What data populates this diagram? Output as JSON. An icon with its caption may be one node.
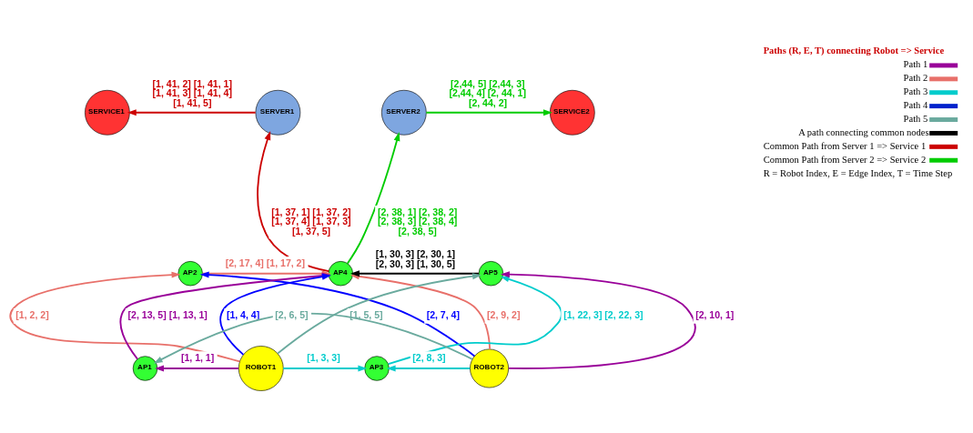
{
  "diagram": {
    "nodes": [
      {
        "text": [
          "SERVICE1"
        ]
      },
      {
        "text": [
          "SERVER1"
        ]
      },
      {
        "text": [
          "SERVER2"
        ]
      },
      {
        "text": [
          "SERVICE2"
        ]
      },
      {
        "text": [
          "AP2"
        ]
      },
      {
        "text": [
          "AP4"
        ]
      },
      {
        "text": [
          "AP5"
        ]
      },
      {
        "text": [
          "AP1"
        ]
      },
      {
        "text": [
          "ROBOT1"
        ]
      },
      {
        "text": [
          "AP3"
        ]
      },
      {
        "text": [
          "ROBOT2"
        ]
      }
    ],
    "edges": [
      {
        "from": 1,
        "to": 0,
        "arrow": "to",
        "color": "#cc0000",
        "label": [
          "[1, 41, 2]",
          "[1, 41, 1]",
          "[1, 41, 3]",
          "[1, 41, 4]",
          "[1, 41, 5]"
        ]
      },
      {
        "from": 2,
        "to": 3,
        "arrow": "to",
        "color": "#00cc00",
        "label": [
          "[2,44, 5]",
          "[2,44, 3]",
          "[2,44, 4]",
          "[2, 44, 1]",
          "[2, 44, 2]"
        ]
      },
      {
        "from": 5,
        "to": 1,
        "arrow": "to",
        "color": "#cc0000",
        "label": [
          "[1, 37, 1]",
          "[1, 37, 2]",
          "[1, 37, 4]",
          "[1, 37, 3]",
          "[1, 37, 5]"
        ]
      },
      {
        "from": 5,
        "to": 2,
        "arrow": "to",
        "color": "#00cc00",
        "label": [
          "[2, 38, 1]",
          "[2, 38, 2]",
          "[2, 38, 3]",
          "[2, 38, 4]",
          "[2, 38, 5]"
        ]
      },
      {
        "from": 4,
        "to": 5,
        "arrow": "to",
        "color": "#e8706a",
        "label": [
          "[2, 17, 4]",
          "[1, 17, 2]"
        ]
      },
      {
        "from": 10,
        "to": 5,
        "arrow": "to",
        "color": "#e8706a",
        "label": [
          "[2, 9, 2]"
        ]
      },
      {
        "from": 6,
        "to": 5,
        "arrow": "to",
        "color": "#000000",
        "label": [
          "[1, 30, 3]",
          "[2, 30, 1]",
          "[2, 30, 3]",
          "[1, 30, 5]"
        ]
      },
      {
        "from": 8,
        "to": 4,
        "arrow": "to",
        "color": "#e8706a",
        "label": [
          "[1, 2, 2]"
        ]
      },
      {
        "from": 7,
        "to": 5,
        "arrow": "to",
        "color": "#990099",
        "label": [
          "[2, 13, 5]",
          "[1, 13, 1]"
        ]
      },
      {
        "from": 8,
        "to": 5,
        "arrow": "to",
        "color": "#0000ff",
        "label": [
          "[1, 4, 4]"
        ]
      },
      {
        "from": 8,
        "to": 7,
        "arrow": "to",
        "color": "#990099",
        "label": [
          "[1, 1, 1]"
        ]
      },
      {
        "from": 8,
        "to": 6,
        "arrow": "to",
        "color": "#6aaa9e",
        "label": [
          "[1, 5, 5]"
        ]
      },
      {
        "from": 8,
        "to": 9,
        "arrow": "to",
        "color": "#00cccc",
        "label": [
          "[1, 3, 3]"
        ]
      },
      {
        "from": 9,
        "to": 6,
        "arrow": "to",
        "color": "#00cccc",
        "label": [
          "[1, 22, 3]",
          "[2, 22, 3]"
        ]
      },
      {
        "from": 10,
        "to": 6,
        "arrow": "to",
        "color": "#990099",
        "label": [
          "[2, 10, 1]"
        ]
      },
      {
        "from": 10,
        "to": 9,
        "arrow": "to",
        "color": "#00cccc",
        "label": [
          "[2, 8, 3]"
        ]
      },
      {
        "from": 10,
        "to": 7,
        "arrow": "to",
        "color": "#6aaa9e",
        "label": [
          "[2, 6, 5]"
        ]
      },
      {
        "from": 10,
        "to": 4,
        "arrow": "to",
        "color": "#0000ff",
        "label": [
          "[2, 7, 4]"
        ]
      }
    ],
    "labels": [
      "Paths (R, E, T) connecting Robot => Service",
      "R = Robot Index, E = Edge Index, T = Time Step"
    ],
    "legend": [
      {
        "text": "Path 1",
        "color": "#990099"
      },
      {
        "text": "Path 2",
        "color": "#e8706a"
      },
      {
        "text": "Path 3",
        "color": "#00cccc"
      },
      {
        "text": "Path 4",
        "color": "#0022cc"
      },
      {
        "text": "Path 5",
        "color": "#6aaa9e"
      },
      {
        "text": "A path connecting common nodes",
        "color": "#000000"
      },
      {
        "text": "Common Path from Server 1 => Service 1",
        "color": "#cc0000"
      },
      {
        "text": "Common Path from Server 2 => Service 2",
        "color": "#00cc00"
      }
    ]
  }
}
